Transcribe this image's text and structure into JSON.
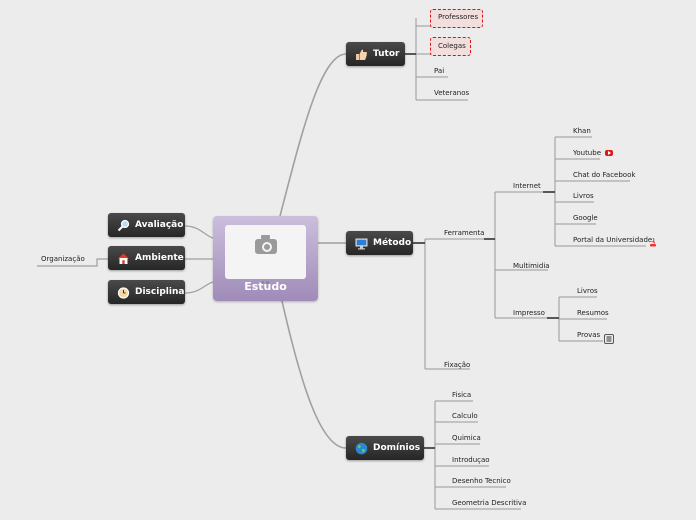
{
  "root": {
    "title": "Estudo"
  },
  "left": {
    "avaliacao": "Avaliação",
    "ambiente": "Ambiente",
    "disciplina": "Disciplina",
    "organizacao": "Organização"
  },
  "tutor": {
    "label": "Tutor",
    "children": [
      "Professores",
      "Colegas",
      "Pai",
      "Veteranos"
    ]
  },
  "metodo": {
    "label": "Método",
    "ferramenta": "Ferramenta",
    "internet": "Internet",
    "internet_items": [
      "Khan",
      "Youtube",
      "Chat do Facebook",
      "Livros",
      "Google",
      "Portal da Universidade"
    ],
    "multimidia": "Multimidia",
    "impresso": "Impresso",
    "impresso_items": [
      "Livros",
      "Resumos",
      "Provas"
    ],
    "fixacao": "Fixação"
  },
  "dominios": {
    "label": "Domínios",
    "children": [
      "Fisica",
      "Calculo",
      "Quimica",
      "Introduçao",
      "Desenho Tecnico",
      "Geometria Descritiva"
    ]
  },
  "icons": {
    "tutor": "thumbs-up-icon",
    "metodo": "monitor-icon",
    "dominios": "globe-icon",
    "avaliacao": "magnifier-icon",
    "ambiente": "house-icon",
    "disciplina": "alarm-clock-icon",
    "youtube": "youtube-icon",
    "portal": "java-icon",
    "provas": "document-icon"
  }
}
